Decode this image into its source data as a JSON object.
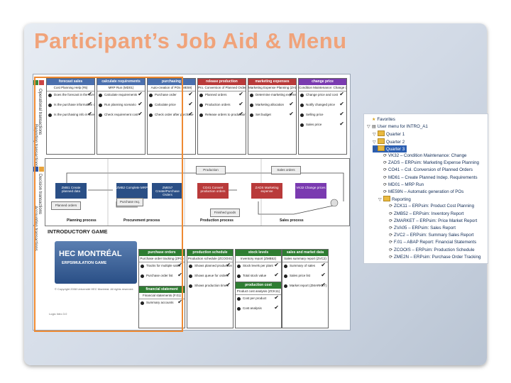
{
  "slide": {
    "title": "Participant’s Job Aid & Menu"
  },
  "side_labels": [
    "Operational transactions",
    "Reporting transactions",
    "Decision transactions",
    "Accounting transactions"
  ],
  "side_colors": [
    "#3a8a3a",
    "#cc4444",
    "#2a55a5",
    "#e8a33a"
  ],
  "top_boxes": [
    {
      "header": "forecast sales",
      "color": "#4a6fae",
      "sub": "Cost Planning Help (#5)",
      "rows": [
        "Does the forecast in the current area",
        "Is the purchase information correct",
        "Is the purchasing info in inventory"
      ]
    },
    {
      "header": "calculate requirements",
      "color": "#4a6fae",
      "sub": "MRP Run (MD01)",
      "rows": [
        "Calculate requirements",
        "Run planning scenario",
        "Check requirement cost"
      ]
    },
    {
      "header": "purchasing",
      "color": "#4a6fae",
      "sub": "Auto-creation of POs (ME59)",
      "rows": [
        "Purchase order",
        "Calculate price",
        "Check order after purchase"
      ]
    },
    {
      "header": "release production",
      "color": "#b93a3a",
      "sub": "Pro. Conversion of Planned Orders",
      "rows": [
        "Planned orders",
        "Production orders",
        "Release orders to production"
      ]
    },
    {
      "header": "marketing expenses",
      "color": "#b93a3a",
      "sub": "Marketing Expense Planning (ZADS)",
      "rows": [
        "Determine marketing expense",
        "Marketing allocation",
        "Set budget"
      ]
    },
    {
      "header": "change price",
      "color": "#7a3ab0",
      "sub": "Condition Maintenance: Change (VK32)",
      "rows": [
        "Change price and cost",
        "Notify changed price",
        "Selling price",
        "Sales price"
      ]
    }
  ],
  "flow_nodes": [
    {
      "label": "ZMB1 Create planned data",
      "color": "#2a4f86"
    },
    {
      "label": "ZMB2 Complete MRP",
      "color": "#2a4f86"
    },
    {
      "label": "ZME57 Create/Purchase Orders",
      "color": "#2a4f86"
    },
    {
      "label": "CO41 Convert production orders",
      "color": "#b93a3a"
    },
    {
      "label": "ZADS Marketing expense",
      "color": "#b93a3a"
    },
    {
      "label": "VK32 Change prices",
      "color": "#7a3ab0"
    }
  ],
  "flow_labels": [
    "Planning process",
    "Procurement process",
    "Production process",
    "Sales process"
  ],
  "game_title": "INTRODUCTORY GAME",
  "hec": {
    "name": "HEC MONTRÉAL",
    "sub": "ERPSIMULATION GAME",
    "copy": "© Copyright 2008 Université HEC Montréal. All rights reserved.",
    "ref": "Logic Intro 3.0"
  },
  "bottom_boxes": [
    {
      "header": "purchase orders",
      "color": "#2e7d32",
      "sub": "Purchase order tracking (ZPO)",
      "rows": [
        "Tracks for multiple sales",
        "Purchase order list"
      ]
    },
    {
      "header": "production schedule",
      "color": "#2e7d32",
      "sub": "Production schedule (ZCOOIS)",
      "rows": [
        "Shows planned production",
        "Shows queue for orders",
        "Shows production times"
      ]
    },
    {
      "header": "stock levels",
      "color": "#2e7d32",
      "sub": "Inventory report (ZMB52)",
      "rows": [
        "Stock levels per plant",
        "Total stock value"
      ]
    },
    {
      "header": "sales and market data",
      "color": "#2e7d32",
      "sub": "Sales summary report (ZVC2)",
      "rows": [
        "Summary of sales",
        "Sales price list",
        "Market report (ZMARKET)"
      ]
    }
  ],
  "bottom_extra": [
    {
      "header": "financial statement",
      "color": "#2e7d32",
      "sub": "Financial statements (F.01)",
      "rows": [
        "Summary accounts"
      ]
    },
    {
      "header": "production cost",
      "color": "#2e7d32",
      "sub": "Product cost analysis (ZCK11)",
      "rows": [
        "Cost per product",
        "Cost analysis"
      ]
    }
  ],
  "menu": {
    "items": [
      {
        "level": 0,
        "type": "star",
        "text": "Favorites"
      },
      {
        "level": 0,
        "type": "menu",
        "text": "User menu for INTRO_A1"
      },
      {
        "level": 1,
        "type": "folder",
        "text": "Quarter 1"
      },
      {
        "level": 1,
        "type": "folder",
        "text": "Quarter 2"
      },
      {
        "level": 1,
        "type": "folder",
        "text": "Quarter 3",
        "selected": true
      },
      {
        "level": 2,
        "type": "tcode",
        "text": "VK32 – Condition Maintenance: Change"
      },
      {
        "level": 2,
        "type": "tcode",
        "text": "ZADS – ERPsim: Marketing Expense Planning"
      },
      {
        "level": 2,
        "type": "tcode",
        "text": "CO41 – Col. Conversion of Planned Orders"
      },
      {
        "level": 2,
        "type": "tcode",
        "text": "MD61 – Create Planned Indep. Requirements"
      },
      {
        "level": 2,
        "type": "tcode",
        "text": "MD01 – MRP Run"
      },
      {
        "level": 2,
        "type": "tcode",
        "text": "ME59N – Automatic generation of POs"
      },
      {
        "level": 2,
        "type": "folder",
        "text": "Reporting"
      },
      {
        "level": 3,
        "type": "tcode",
        "text": "ZCK11 – ERPsim: Product Cost Planning"
      },
      {
        "level": 3,
        "type": "tcode",
        "text": "ZMB52 – ERPsim: Inventory Report"
      },
      {
        "level": 3,
        "type": "tcode",
        "text": "ZMARKET – ERPsim: Price Market Report"
      },
      {
        "level": 3,
        "type": "tcode",
        "text": "ZVA05 – ERPsim: Sales Report"
      },
      {
        "level": 3,
        "type": "tcode",
        "text": "ZVC2 – ERPsim: Summary Sales Report"
      },
      {
        "level": 3,
        "type": "tcode",
        "text": "F.01 – ABAP Report: Financial Statements"
      },
      {
        "level": 3,
        "type": "tcode",
        "text": "ZCOOIS – ERPsim: Production Schedule"
      },
      {
        "level": 3,
        "type": "tcode",
        "text": "ZME2N – ERPsim: Purchase Order Tracking"
      }
    ]
  }
}
